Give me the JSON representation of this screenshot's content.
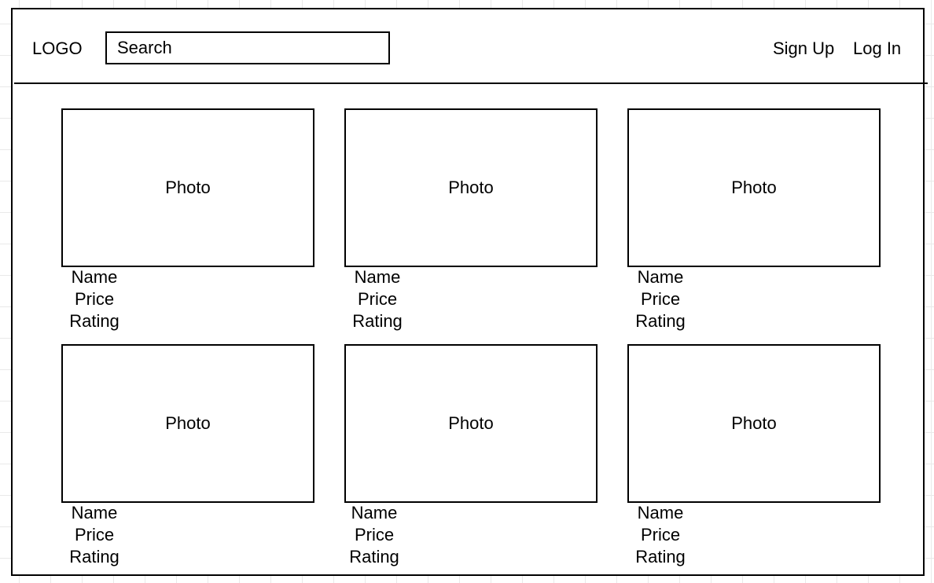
{
  "header": {
    "logo": "LOGO",
    "search_placeholder": "Search",
    "nav": {
      "signup": "Sign Up",
      "login": "Log In"
    }
  },
  "products": [
    {
      "photo_label": "Photo",
      "name": "Name",
      "price": "Price",
      "rating": "Rating"
    },
    {
      "photo_label": "Photo",
      "name": "Name",
      "price": "Price",
      "rating": "Rating"
    },
    {
      "photo_label": "Photo",
      "name": "Name",
      "price": "Price",
      "rating": "Rating"
    },
    {
      "photo_label": "Photo",
      "name": "Name",
      "price": "Price",
      "rating": "Rating"
    },
    {
      "photo_label": "Photo",
      "name": "Name",
      "price": "Price",
      "rating": "Rating"
    },
    {
      "photo_label": "Photo",
      "name": "Name",
      "price": "Price",
      "rating": "Rating"
    }
  ]
}
